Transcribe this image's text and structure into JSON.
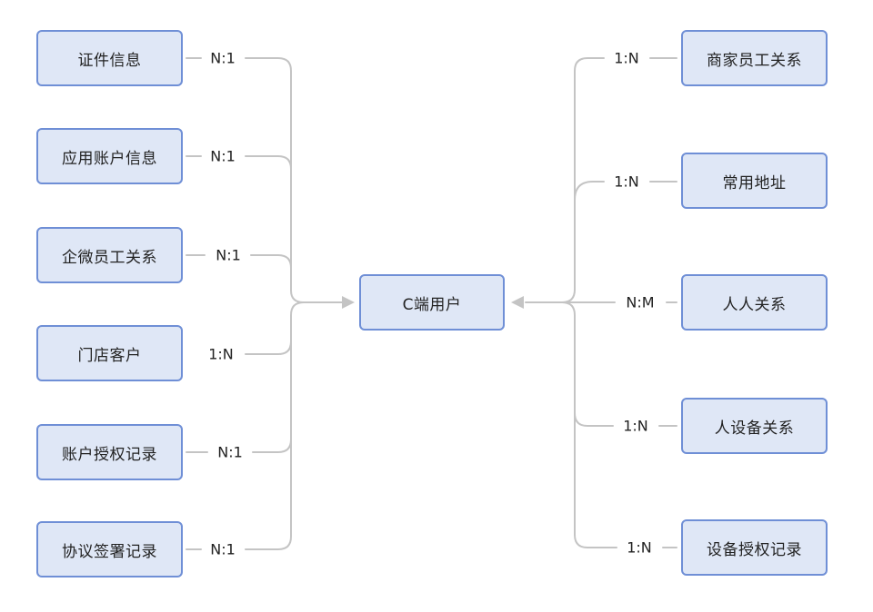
{
  "diagram": {
    "center": {
      "label": "C端用户"
    },
    "left_entities": [
      {
        "label": "证件信息",
        "cardinality": "N:1"
      },
      {
        "label": "应用账户信息",
        "cardinality": "N:1"
      },
      {
        "label": "企微员工关系",
        "cardinality": "N:1"
      },
      {
        "label": "门店客户",
        "cardinality": "1:N"
      },
      {
        "label": "账户授权记录",
        "cardinality": "N:1"
      },
      {
        "label": "协议签署记录",
        "cardinality": "N:1"
      }
    ],
    "right_entities": [
      {
        "label": "商家员工关系",
        "cardinality": "1:N"
      },
      {
        "label": "常用地址",
        "cardinality": "1:N"
      },
      {
        "label": "人人关系",
        "cardinality": "N:M"
      },
      {
        "label": "人设备关系",
        "cardinality": "1:N"
      },
      {
        "label": "设备授权记录",
        "cardinality": "1:N"
      }
    ],
    "colors": {
      "node_fill": "#dfe7f6",
      "node_border": "#6f8fd6",
      "connector": "#c4c4c4",
      "text": "#222222"
    }
  }
}
